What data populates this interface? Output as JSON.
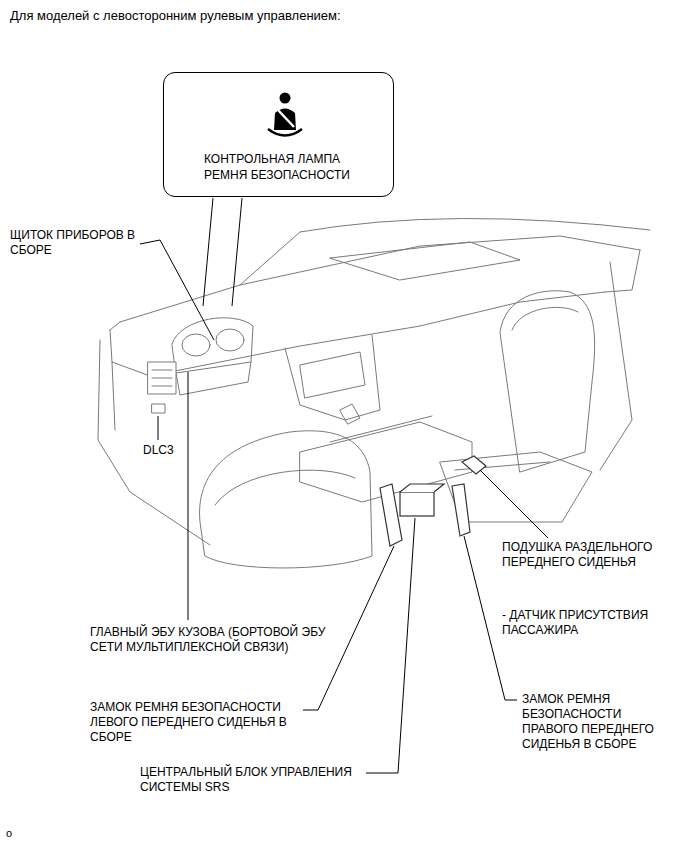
{
  "diagram": {
    "title": "Для моделей с левосторонним рулевым управлением:",
    "nodes": [
      {
        "text": [
          "КОНТРОЛЬНАЯ ЛАМПА РЕМНЯ БЕЗОПАСНОСТИ"
        ]
      }
    ],
    "labels": [
      "ЩИТОК ПРИБОРОВ В СБОРЕ",
      "DLC3",
      "ПОДУШКА РАЗДЕЛЬНОГО ПЕРЕДНЕГО СИДЕНЬЯ",
      "- ДАТЧИК ПРИСУТСТВИЯ ПАССАЖИРА",
      "ГЛАВНЫЙ ЭБУ КУЗОВА (БОРТОВОЙ ЭБУ СЕТИ МУЛЬТИПЛЕКСНОЙ СВЯЗИ)",
      "ЗАМОК РЕМНЯ БЕЗОПАСНОСТИ ЛЕВОГО ПЕРЕДНЕГО СИДЕНЬЯ В СБОРЕ",
      "ЗАМОК РЕМНЯ БЕЗОПАСНОСТИ ПРАВОГО ПЕРЕДНЕГО СИДЕНЬЯ В СБОРЕ",
      "ЦЕНТРАЛЬНЫЙ БЛОК УПРАВЛЕНИЯ СИСТЕМЫ SRS",
      "o"
    ]
  }
}
